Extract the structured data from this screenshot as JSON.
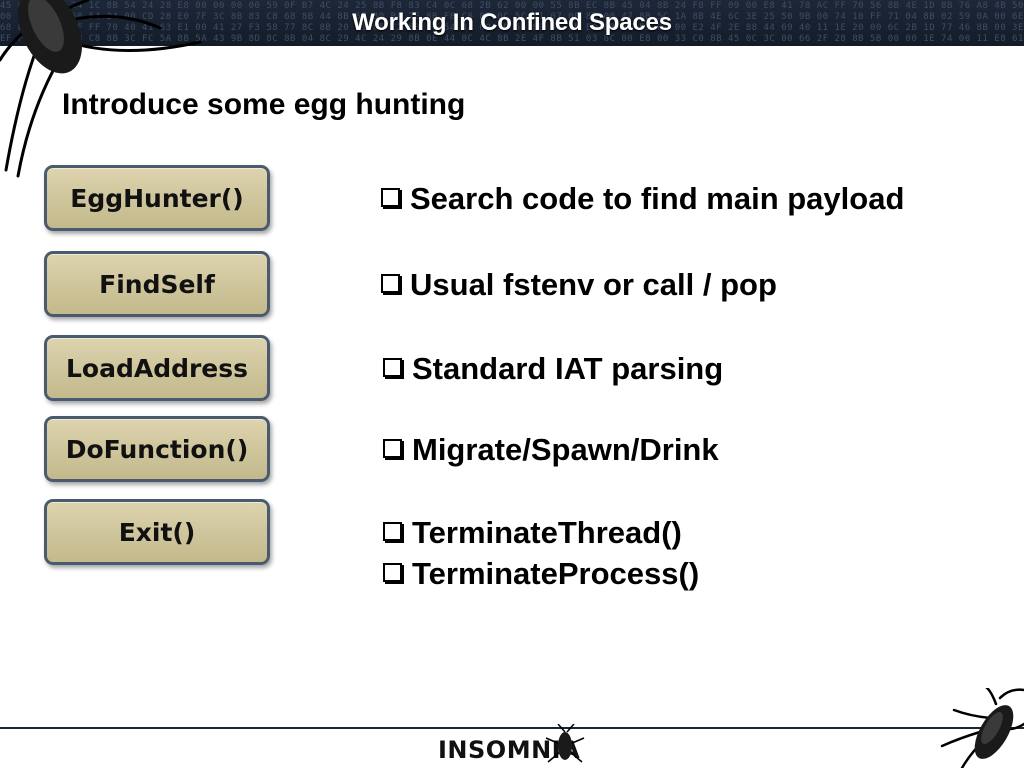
{
  "header": {
    "title": "Working In Confined Spaces"
  },
  "slide": {
    "subtitle": "Introduce some egg hunting",
    "steps": [
      "EggHunter()",
      "FindSelf",
      "LoadAddress",
      "DoFunction()",
      "Exit()"
    ],
    "bullets": [
      "Search code to find main payload",
      "Usual fstenv or call / pop",
      "Standard IAT parsing",
      "Migrate/Spawn/Drink",
      "TerminateThread()",
      "TerminateProcess()"
    ]
  },
  "footer": {
    "logo": "INSOMNIA"
  },
  "icons": {
    "decor": "cockroach-icon",
    "bullet": "checkbox-square-icon"
  },
  "colors": {
    "header": "#1d2738",
    "button_fill": "#d3c9a0",
    "button_border": "#4b5b6f"
  }
}
